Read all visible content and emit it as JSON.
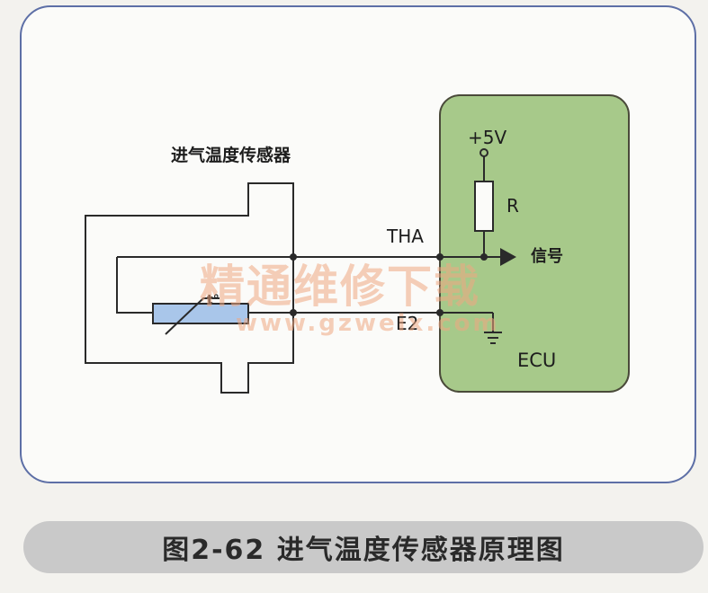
{
  "diagram": {
    "sensor_label": "进气温度传感器",
    "ecu_label": "ECU",
    "voltage_label": "+5V",
    "resistor_label": "R",
    "tha_label": "THA",
    "e2_label": "E2",
    "signal_label": "信号",
    "thermistor_mark": "t°"
  },
  "watermark": {
    "title": "精通维修下载",
    "url": "www.gzweix.com"
  },
  "caption": {
    "text": "图2-62   进气温度传感器原理图"
  },
  "colors": {
    "ecu_fill": "#a7c98a",
    "thermistor_fill": "#a9c6ea",
    "frame_border": "#5d6fa6",
    "caption_bar": "#c9c9c9"
  }
}
